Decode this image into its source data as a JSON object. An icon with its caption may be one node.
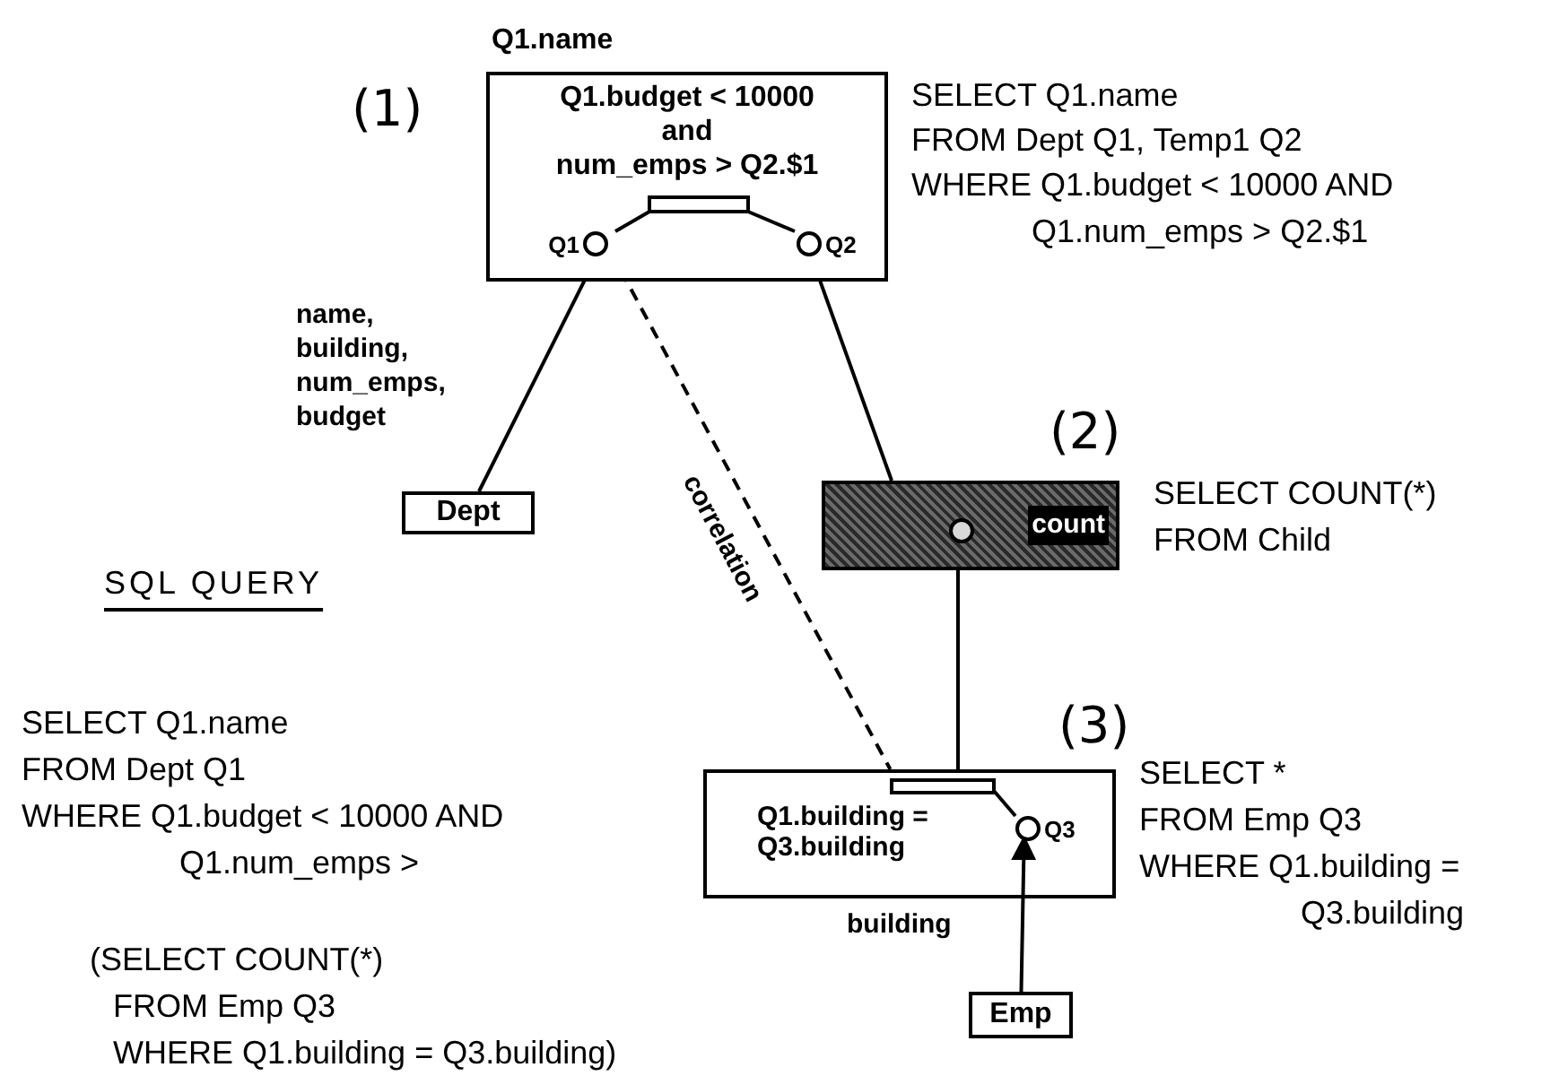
{
  "diagram": {
    "nodes": [
      {
        "text": [
          "Q1.name",
          "Q1.budget < 10000",
          "and",
          "num_emps > Q2.$1"
        ],
        "beside": [
          "(1)",
          "SELECT Q1.name",
          "FROM Dept Q1, Temp1 Q2",
          "WHERE Q1.budget < 10000 AND",
          "Q1.num_emps > Q2.$1"
        ]
      },
      {
        "text": [
          "Q1"
        ],
        "in": 0
      },
      {
        "text": [
          "Q2"
        ],
        "in": 0
      },
      {
        "text": [
          "Dept"
        ]
      },
      {
        "text": [
          "count"
        ],
        "beside": [
          "(2)",
          "SELECT COUNT(*)",
          "FROM Child"
        ]
      },
      {
        "text": [],
        "shape": "circle",
        "in": 4
      },
      {
        "text": [
          "Q1.building = Q3.building"
        ],
        "beside": [
          "(3)",
          "SELECT *",
          "FROM Emp Q3",
          "WHERE Q1.building =",
          "Q3.building"
        ]
      },
      {
        "text": [
          "Q3"
        ],
        "in": 6
      },
      {
        "text": [
          "Emp"
        ]
      }
    ],
    "edges": [
      {
        "from": 3,
        "to": 1,
        "arrow": "none",
        "label": "name, building, num_emps, budget"
      },
      {
        "from": 1,
        "to": 6,
        "arrow": "none",
        "style": "dashed",
        "label": "correlation"
      },
      {
        "from": 2,
        "to": 4,
        "arrow": "none"
      },
      {
        "from": 5,
        "to": 6,
        "arrow": "none"
      },
      {
        "from": 8,
        "to": 7,
        "arrow": "to",
        "label": "building"
      }
    ],
    "labels": [
      "SQL QUERY",
      "SELECT Q1.name",
      "FROM Dept Q1",
      "WHERE Q1.budget < 10000 AND",
      "Q1.num_emps >",
      "(SELECT COUNT(*)",
      "FROM Emp Q3",
      "WHERE Q1.building = Q3.building)"
    ]
  }
}
